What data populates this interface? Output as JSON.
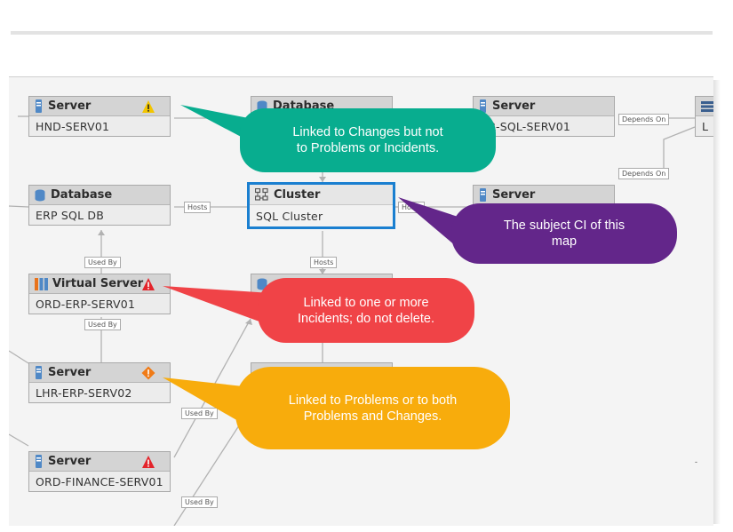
{
  "colors": {
    "callout_changes": "#08ad8f",
    "callout_subject": "#63268a",
    "callout_incidents": "#f04347",
    "callout_problems": "#f8ac0c",
    "selected_border": "#1a7fd0",
    "warning_yellow": "#f2c500",
    "error_red": "#e3242b",
    "problem_orange": "#f07b17"
  },
  "nodes": [
    {
      "id": "n1",
      "type": "Server",
      "name": "HND-SERV01",
      "icon": "server-icon",
      "flag": "warning-triangle-yellow-icon"
    },
    {
      "id": "n2",
      "type": "Database",
      "name": "",
      "icon": "database-icon",
      "flag": ""
    },
    {
      "id": "n3",
      "type": "Server",
      "name": "HR-SQL-SERV01",
      "icon": "server-icon",
      "flag": ""
    },
    {
      "id": "n4",
      "type": "",
      "name": "L",
      "icon": "network-icon",
      "flag": ""
    },
    {
      "id": "n5",
      "type": "Database",
      "name": "ERP SQL DB",
      "icon": "database-icon",
      "flag": ""
    },
    {
      "id": "n6",
      "type": "Cluster",
      "name": "SQL Cluster",
      "icon": "cluster-icon",
      "flag": "",
      "selected": true
    },
    {
      "id": "n7",
      "type": "Server",
      "name": "",
      "icon": "server-icon",
      "flag": ""
    },
    {
      "id": "n8",
      "type": "Virtual Server",
      "name": "ORD-ERP-SERV01",
      "icon": "virtual-server-icon",
      "flag": "error-triangle-red-icon"
    },
    {
      "id": "n9",
      "type": "",
      "name": "",
      "icon": "database-icon",
      "flag": ""
    },
    {
      "id": "n10",
      "type": "Server",
      "name": "LHR-ERP-SERV02",
      "icon": "server-icon",
      "flag": "problem-diamond-orange-icon"
    },
    {
      "id": "n11",
      "type": "",
      "name": "",
      "icon": "",
      "flag": ""
    },
    {
      "id": "n12",
      "type": "Server",
      "name": "ORD-FINANCE-SERV01",
      "icon": "server-icon",
      "flag": "error-triangle-red-icon"
    }
  ],
  "edge_labels": {
    "depends_on_1": "Depends On",
    "depends_on_2": "Depends On",
    "hosts_1": "Hosts",
    "hosts_2": "Hosts",
    "hosts_3": "Hosts",
    "used_by_1": "Used By",
    "used_by_2": "Used By",
    "used_by_3": "Used By",
    "used_by_4": "Used By"
  },
  "callouts": {
    "changes": "Linked to Changes but not\nto Problems or Incidents.",
    "subject": "The subject CI of this\nmap",
    "incidents": "Linked to one or more\nIncidents; do not delete.",
    "problems": "Linked to Problems or to both\nProblems and Changes."
  },
  "misc": {
    "dash": "-"
  }
}
